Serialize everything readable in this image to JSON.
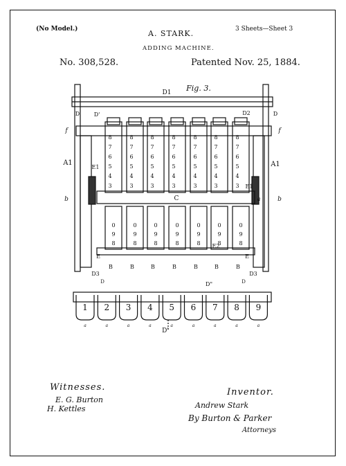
{
  "header": {
    "model_note": "(No Model.)",
    "inventor_name": "A. STARK.",
    "sheets": "3 Sheets—Sheet 3",
    "machine": "ADDING MACHINE.",
    "patent_number": "No. 308,528.",
    "patent_date": "Patented Nov. 25, 1884."
  },
  "figure": {
    "title": "Fig. 3.",
    "keys": [
      "1",
      "2",
      "3",
      "4",
      "5",
      "6",
      "7",
      "8",
      "9"
    ],
    "upper_digits": [
      "8",
      "7",
      "6",
      "5",
      "4",
      "3"
    ],
    "lower_digits": [
      "0",
      "9",
      "8"
    ],
    "labels": {
      "d1": "D1",
      "d": "D",
      "d2": "D2",
      "f": "f",
      "a1": "A1",
      "e1": "E1",
      "b": "b",
      "c": "C",
      "a": "a",
      "e": "E",
      "e2": "E2",
      "b_key": "B",
      "d3": "D3",
      "d_prime": "D'",
      "d_double": "D\"",
      "lower_d": "D",
      "key_a": "a"
    }
  },
  "signatures": {
    "witnesses_label": "Witnesses.",
    "witness1": "E. G. Burton",
    "witness2": "H. Kettles",
    "inventor_label": "Inventor.",
    "inventor_signature": "Andrew Stark",
    "by_line": "By Burton & Parker",
    "attorneys": "Attorneys"
  }
}
